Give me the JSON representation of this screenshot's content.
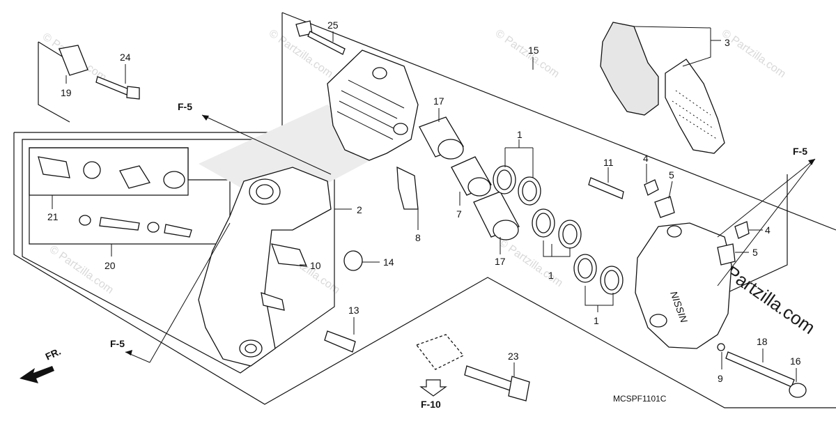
{
  "diagram": {
    "callouts": [
      "1",
      "1",
      "1",
      "2",
      "3",
      "4",
      "4",
      "5",
      "5",
      "7",
      "8",
      "9",
      "10",
      "11",
      "13",
      "14",
      "15",
      "16",
      "17",
      "17",
      "18",
      "19",
      "20",
      "21",
      "23",
      "24",
      "25"
    ],
    "refs": {
      "f5_left_top": "F-5",
      "f5_left_bottom": "F-5",
      "f5_right": "F-5",
      "f10": "F-10"
    },
    "front_marker": "FR.",
    "diagram_code": "MCSPF1101C",
    "watermark_text": "© Partzilla.com",
    "watermark_big": "Partzilla.com",
    "caliper_brand": "NISSIN"
  },
  "colors": {
    "line": "#111111",
    "watermark": "#d9d9d9",
    "background": "#ffffff"
  }
}
